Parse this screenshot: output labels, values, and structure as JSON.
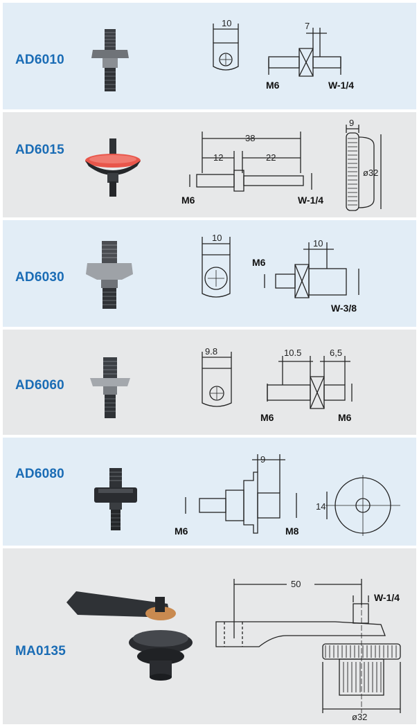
{
  "products": [
    {
      "code": "AD6010",
      "dims": {
        "a": "10",
        "b": "7"
      },
      "labels": {
        "left": "M6",
        "right": "W-1/4"
      }
    },
    {
      "code": "AD6015",
      "dims": {
        "total": "38",
        "a": "12",
        "b": "22",
        "width": "9",
        "diameter": "ø32"
      },
      "labels": {
        "left": "M6",
        "right": "W-1/4"
      }
    },
    {
      "code": "AD6030",
      "dims": {
        "a": "10",
        "b": "10"
      },
      "labels": {
        "left": "M6",
        "right": "W-3/8"
      }
    },
    {
      "code": "AD6060",
      "dims": {
        "a": "9.8",
        "b": "10.5",
        "c": "6,5"
      },
      "labels": {
        "left": "M6",
        "right": "M6"
      }
    },
    {
      "code": "AD6080",
      "dims": {
        "a": "9",
        "b": "14"
      },
      "labels": {
        "left": "M6",
        "right": "M8"
      }
    },
    {
      "code": "MA0135",
      "dims": {
        "length": "50",
        "diameter": "ø32"
      },
      "labels": {
        "thread": "W-1/4"
      }
    }
  ],
  "colors": {
    "blue_band": "#e2edf6",
    "grey_band": "#e7e8e9",
    "code_blue": "#1a6cb5"
  }
}
